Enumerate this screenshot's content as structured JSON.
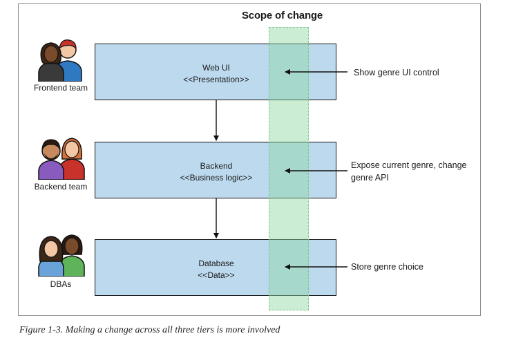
{
  "diagram": {
    "scope_label": "Scope of change",
    "tiers": [
      {
        "name": "Web UI",
        "stereotype": "<<Presentation>>"
      },
      {
        "name": "Backend",
        "stereotype": "<<Business logic>>"
      },
      {
        "name": "Database",
        "stereotype": "<<Data>>"
      }
    ],
    "teams": [
      {
        "label": "Frontend team"
      },
      {
        "label": "Backend team"
      },
      {
        "label": "DBAs"
      }
    ],
    "annotations": [
      {
        "line1": "Show genre UI control",
        "line2": ""
      },
      {
        "line1": "Expose current genre, change",
        "line2": "genre API"
      },
      {
        "line1": "Store genre choice",
        "line2": ""
      }
    ],
    "colors": {
      "tier_fill": "#bcd9ee",
      "scope_fill": "#8cd6a0",
      "scope_border": "#7ec48e",
      "skin_dark": "#7a4b2a",
      "skin_light": "#f3c6a4",
      "shirt_blue": "#2f79c2",
      "shirt_purple": "#8a5bbf",
      "shirt_red": "#c8322b",
      "shirt_green": "#5fb45a"
    },
    "icons": [
      "frontend-team-icon",
      "backend-team-icon",
      "dbas-icon"
    ]
  },
  "caption": "Figure 1-3. Making a change across all three tiers is more involved"
}
